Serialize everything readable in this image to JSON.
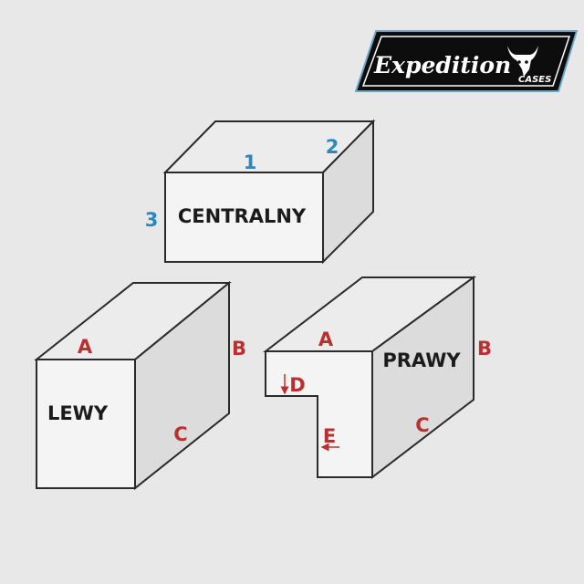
{
  "colors": {
    "background": "#e8e8e8",
    "outline": "#2a2a2a",
    "face_front": "#f4f4f4",
    "face_top": "#ececec",
    "face_side": "#dcdcdc",
    "blue_marker": "#2e86c1",
    "red_marker": "#b8312f",
    "logo_bg": "#0d0d0d",
    "logo_border": "#6aa6c8"
  },
  "logo": {
    "brand": "Expedition",
    "sub": "CASES",
    "icon": "bull-skull-icon"
  },
  "boxes": {
    "central": {
      "label": "CENTRALNY",
      "markers": {
        "m1": "1",
        "m2": "2",
        "m3": "3"
      }
    },
    "left": {
      "label": "LEWY",
      "markers": {
        "a": "A",
        "b": "B",
        "c": "C"
      }
    },
    "right": {
      "label": "PRAWY",
      "markers": {
        "a": "A",
        "b": "B",
        "c": "C",
        "d": "D",
        "e": "E"
      }
    }
  }
}
